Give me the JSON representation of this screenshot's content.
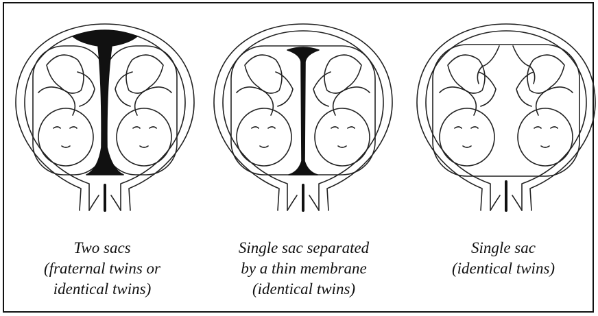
{
  "captions": [
    {
      "lines": [
        "Two sacs",
        "(fraternal twins or",
        "identical twins)"
      ]
    },
    {
      "lines": [
        "Single sac separated",
        "by a thin membrane",
        "(identical twins)"
      ]
    },
    {
      "lines": [
        "Single sac",
        "(identical twins)"
      ]
    }
  ],
  "colors": {
    "ink": "#111111",
    "background": "#ffffff"
  }
}
